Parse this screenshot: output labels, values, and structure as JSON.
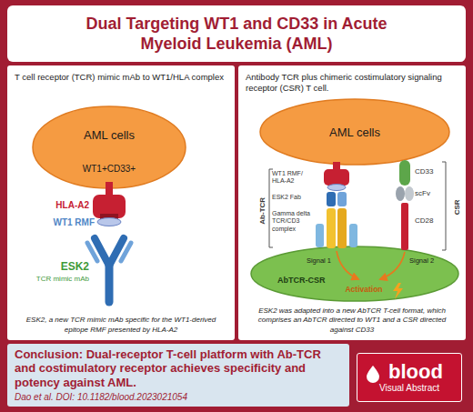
{
  "diagram": {
    "title": "Dual Targeting WT1 and CD33 in Acute Myeloid Leukemia (AML)",
    "nodes": [
      {
        "text": [
          "T cell receptor (TCR) mimic mAb to WT1/HLA complex",
          "ESK2, a new TCR mimic mAb specific for the WT1-derived epitope RMF presented by HLA-A2"
        ]
      },
      {
        "text": [
          "AML cells"
        ],
        "in": 0
      },
      {
        "text": [
          "Antibody TCR plus chimeric costimulatory signaling receptor (CSR) T cell.",
          "ESK2 was adapted into a new AbTCR T-cell format, which comprises an AbTCR directed to WT1 and a CSR directed against CD33"
        ]
      },
      {
        "text": [
          "AML cells"
        ],
        "in": 2
      },
      {
        "text": [
          "AbTCR-CSR"
        ],
        "in": 2
      },
      {
        "text": [
          "Conclusion: Dual-receptor T-cell platform with Ab-TCR and costimulatory receptor achieves specificity and potency against AML.",
          "Dao et al. DOI: 10.1182/blood.2023021054"
        ]
      },
      {
        "text": [
          "blood",
          "Visual Abstract"
        ]
      }
    ],
    "labels": [
      "WT1+CD33+",
      "HLA-A2",
      "WT1 RMF",
      "ESK2",
      "TCR mimic mAb",
      "WT1 RMF/ HLA-A2",
      "ESK2 Fab",
      "Gamma delta TCR/CD3 complex",
      "Ab-TCR",
      "CD33",
      "scFv",
      "CD28",
      "CSR",
      "Signal 1",
      "Signal 2",
      "Activation"
    ]
  }
}
